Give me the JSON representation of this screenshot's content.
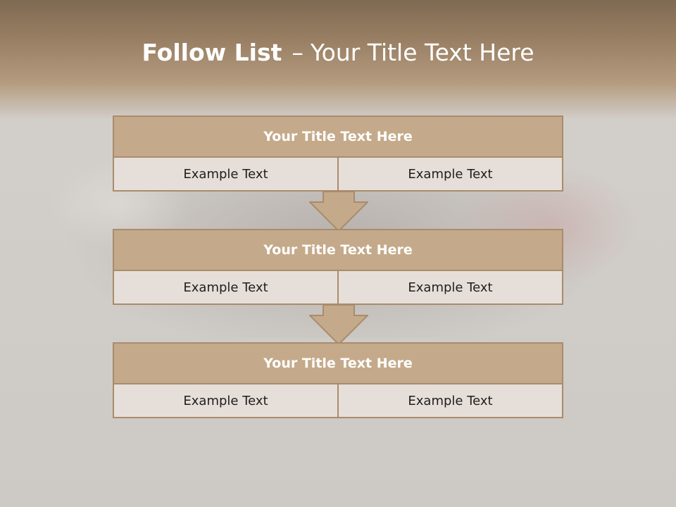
{
  "slide": {
    "title_bold": "Follow List",
    "title_dash": "–",
    "title_rest": "Your Title Text Here"
  },
  "steps": [
    {
      "title": "Your Title Text Here",
      "left": "Example Text",
      "right": "Example Text"
    },
    {
      "title": "Your Title Text Here",
      "left": "Example Text",
      "right": "Example Text"
    },
    {
      "title": "Your Title Text Here",
      "left": "Example Text",
      "right": "Example Text"
    }
  ],
  "colors": {
    "header": "#9a8064",
    "box_title": "#c4aa8a",
    "box_body": "#e6dfd9",
    "border": "#a88c6c",
    "arrow": "#c4aa8a"
  }
}
